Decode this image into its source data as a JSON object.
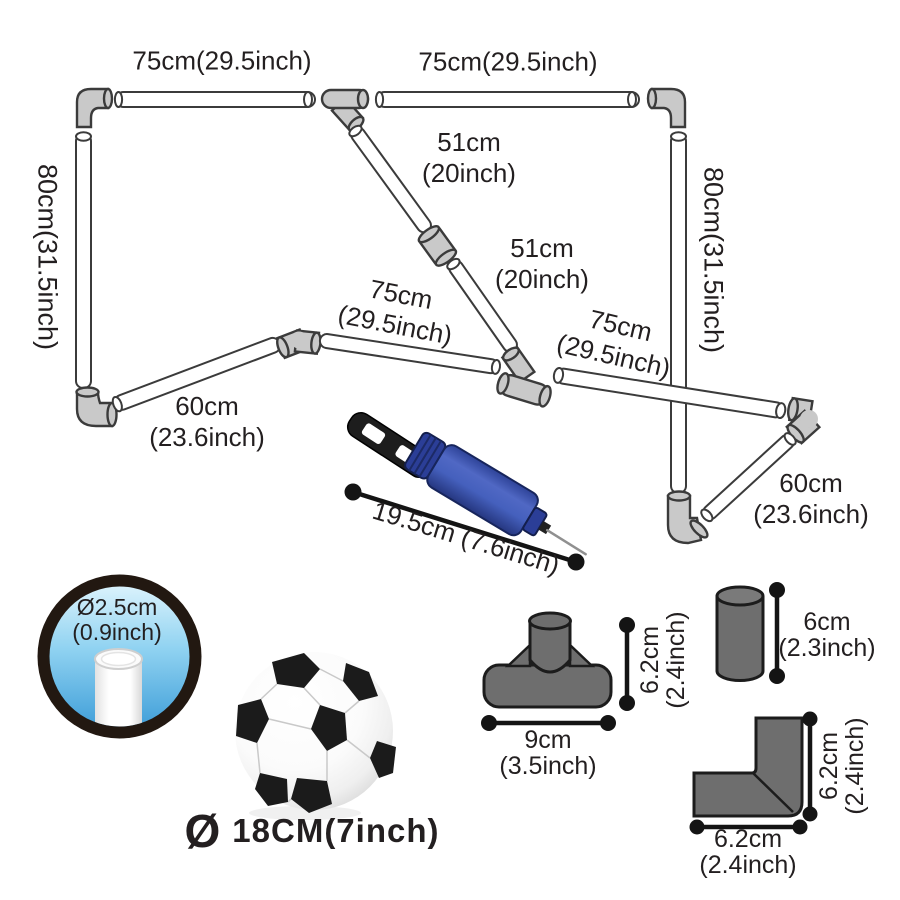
{
  "colors": {
    "text": "#231f20",
    "pump_blue": "#3b55b4",
    "badge_blue": "#45a4dd",
    "connector_dark": "#6e6e6e",
    "connector_light": "#c9c9c9"
  },
  "goal_frame": {
    "top_left_bar": "75cm(29.5inch)",
    "top_right_bar": "75cm(29.5inch)",
    "upper_diagonal": {
      "line1": "51cm",
      "line2": "(20inch)"
    },
    "lower_diagonal": {
      "line1": "51cm",
      "line2": "(20inch)"
    },
    "left_upright": "80cm(31.5inch)",
    "right_upright": "80cm(31.5inch)",
    "base_left_bar": {
      "line1": "75cm",
      "line2": "(29.5inch)"
    },
    "base_right_bar": {
      "line1": "75cm",
      "line2": "(29.5inch)"
    },
    "left_ground_bar": {
      "line1": "60cm",
      "line2": "(23.6inch)"
    },
    "right_ground_bar": {
      "line1": "60cm",
      "line2": "(23.6inch)"
    }
  },
  "pump": {
    "length": "19.5cm (7.6inch)"
  },
  "pipe_detail": {
    "line1": "Ø2.5cm",
    "line2": "(0.9inch)"
  },
  "ball": {
    "symbol": "Ø",
    "diameter": "18CM(7inch)"
  },
  "tee_connector": {
    "height": {
      "line1": "6.2cm",
      "line2": "(2.4inch)"
    },
    "width": {
      "line1": "9cm",
      "line2": "(3.5inch)"
    }
  },
  "straight_connector": {
    "height": {
      "line1": "6cm",
      "line2": "(2.3inch)"
    }
  },
  "elbow_connector": {
    "height": {
      "line1": "6.2cm",
      "line2": "(2.4inch)"
    },
    "width": {
      "line1": "6.2cm",
      "line2": "(2.4inch)"
    }
  }
}
